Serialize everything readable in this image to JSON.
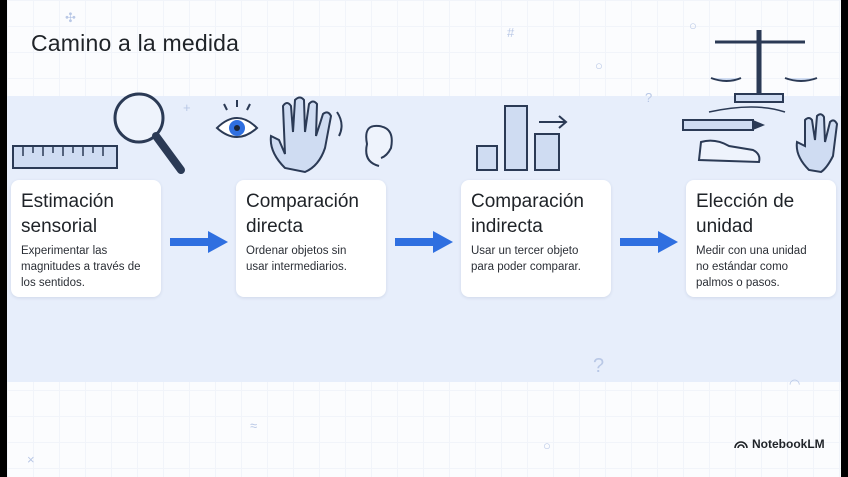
{
  "slide": {
    "title": "Camino a la medida",
    "steps": [
      {
        "title_l1": "Estimación",
        "title_l2": "sensorial",
        "body_l1": "Experimentar las",
        "body_l2": "magnitudes a través de",
        "body_l3": "los sentidos."
      },
      {
        "title_l1": "Comparación",
        "title_l2": "directa",
        "body_l1": "Ordenar objetos sin",
        "body_l2": "usar intermediarios.",
        "body_l3": ""
      },
      {
        "title_l1": "Comparación",
        "title_l2": "indirecta",
        "body_l1": "Usar un tercer objeto",
        "body_l2": "para poder comparar.",
        "body_l3": ""
      },
      {
        "title_l1": "Elección de",
        "title_l2": "unidad",
        "body_l1": "Medir con una unidad",
        "body_l2": "no estándar como",
        "body_l3": "palmos o pasos."
      }
    ],
    "brand": "NotebookLM",
    "accent": "#2f6fe0"
  }
}
